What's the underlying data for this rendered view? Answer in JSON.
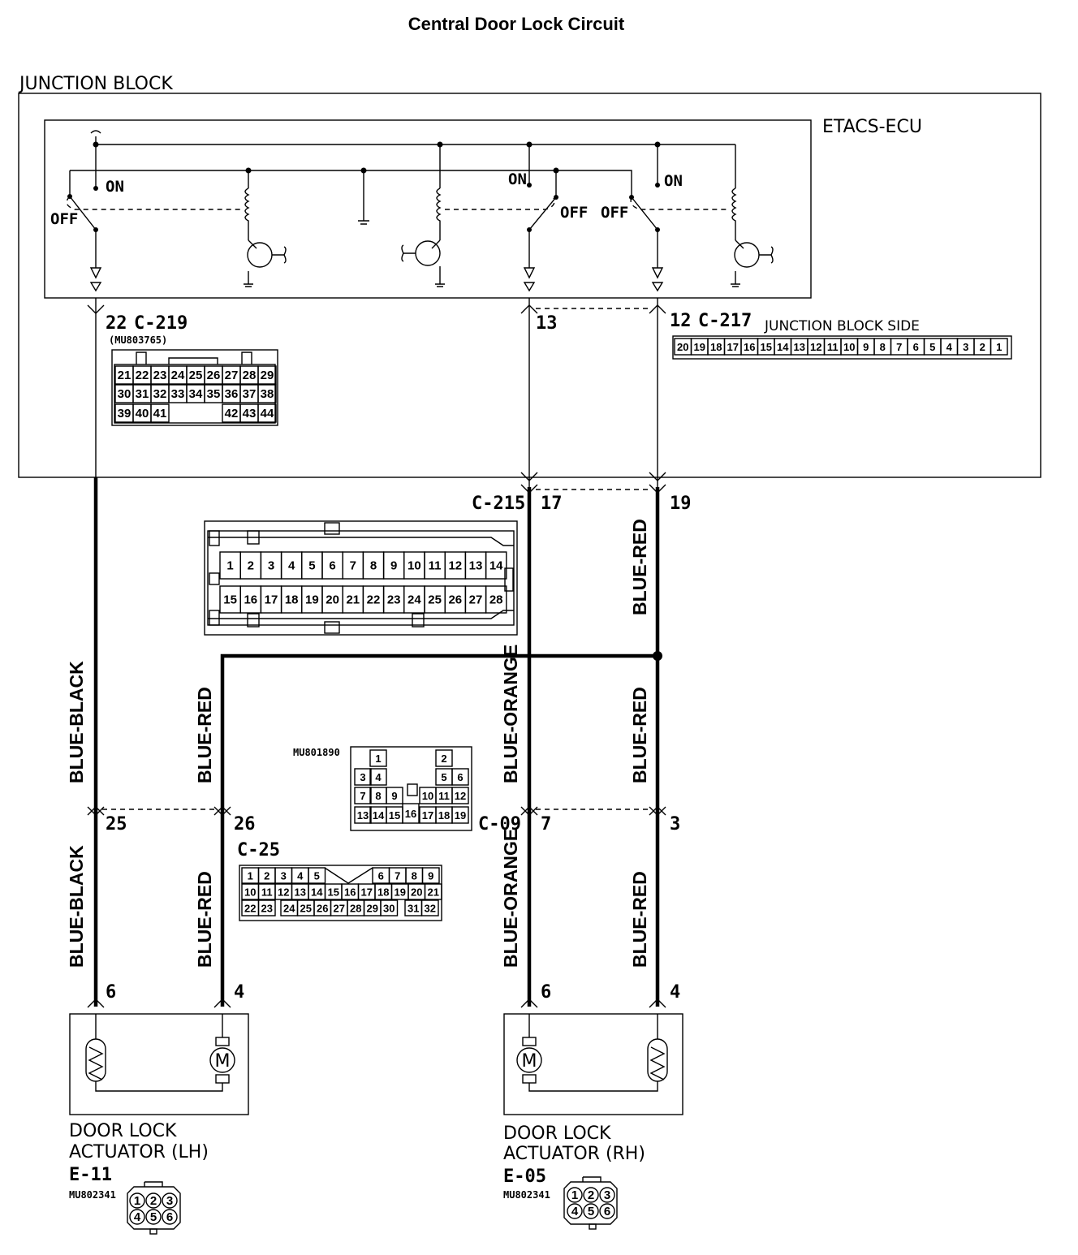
{
  "title": "Central Door Lock Circuit",
  "junction_block": {
    "label": "JUNCTION BLOCK",
    "ecu_label": "ETACS-ECU",
    "side_label": "JUNCTION BLOCK SIDE",
    "switch_on": "ON",
    "switch_off": "OFF"
  },
  "connectors": {
    "c219": {
      "pin": "22",
      "name": "C-219",
      "part": "(MU803765)",
      "rows": [
        [
          "21",
          "22",
          "23",
          "24",
          "25",
          "26",
          "27",
          "28",
          "29"
        ],
        [
          "30",
          "31",
          "32",
          "33",
          "34",
          "35",
          "36",
          "37",
          "38"
        ],
        [
          "39",
          "40",
          "41",
          "42",
          "43",
          "44"
        ]
      ]
    },
    "c217": {
      "pin_13": "13",
      "pin": "12",
      "name": "C-217",
      "pins": [
        "20",
        "19",
        "18",
        "17",
        "16",
        "15",
        "14",
        "13",
        "12",
        "11",
        "10",
        "9",
        "8",
        "7",
        "6",
        "5",
        "4",
        "3",
        "2",
        "1"
      ]
    },
    "c215": {
      "name": "C-215",
      "pin_17": "17",
      "pin_19": "19",
      "row1": [
        "1",
        "2",
        "3",
        "4",
        "5",
        "6",
        "7",
        "8",
        "9",
        "10",
        "11",
        "12",
        "13",
        "14"
      ],
      "row2": [
        "15",
        "16",
        "17",
        "18",
        "19",
        "20",
        "21",
        "22",
        "23",
        "24",
        "25",
        "26",
        "27",
        "28"
      ]
    },
    "c09": {
      "name": "C-09",
      "part": "MU801890",
      "pin_7": "7",
      "pin_3": "3",
      "cells": [
        "1",
        "2",
        "3",
        "4",
        "5",
        "6",
        "7",
        "8",
        "9",
        "10",
        "11",
        "12",
        "13",
        "14",
        "15",
        "16",
        "17",
        "18",
        "19"
      ]
    },
    "c25": {
      "name": "C-25",
      "pin_25": "25",
      "pin_26": "26",
      "row1": [
        "1",
        "2",
        "3",
        "4",
        "5",
        "6",
        "7",
        "8",
        "9"
      ],
      "row2": [
        "10",
        "11",
        "12",
        "13",
        "14",
        "15",
        "16",
        "17",
        "18",
        "19",
        "20",
        "21"
      ],
      "row3": [
        "22",
        "23",
        "24",
        "25",
        "26",
        "27",
        "28",
        "29",
        "30",
        "31",
        "32"
      ]
    }
  },
  "wires": {
    "blue_black": "BLUE-BLACK",
    "blue_red": "BLUE-RED",
    "blue_orange": "BLUE-ORANGE"
  },
  "actuators": {
    "lh": {
      "line1": "DOOR LOCK",
      "line2": "ACTUATOR (LH)",
      "code": "E-11",
      "part": "MU802341",
      "pin_a": "6",
      "pin_b": "4",
      "pins": [
        "1",
        "2",
        "3",
        "4",
        "5",
        "6"
      ]
    },
    "rh": {
      "line1": "DOOR LOCK",
      "line2": "ACTUATOR (RH)",
      "code": "E-05",
      "part": "MU802341",
      "pin_a": "6",
      "pin_b": "4",
      "pins": [
        "1",
        "2",
        "3",
        "4",
        "5",
        "6"
      ]
    },
    "motor_symbol": "M"
  }
}
